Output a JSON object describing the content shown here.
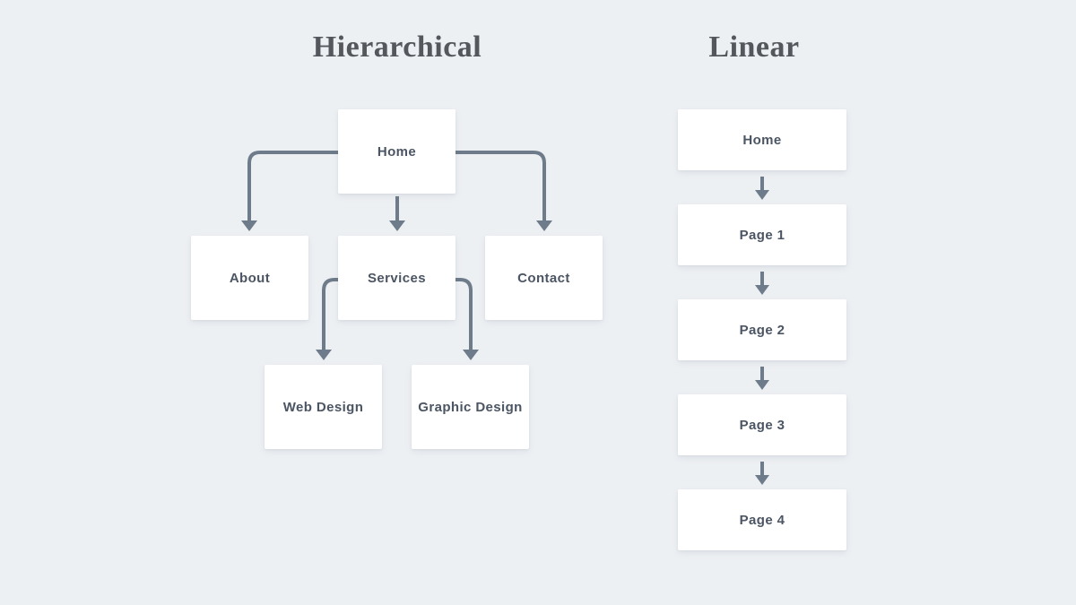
{
  "colors": {
    "background": "#edf0f3",
    "node_fill": "#ffffff",
    "connector": "#6e7b8a",
    "node_text": "#4b5563",
    "title_text": "#54575c"
  },
  "diagrams": {
    "hierarchical": {
      "title": "Hierarchical",
      "nodes": {
        "home": "Home",
        "about": "About",
        "services": "Services",
        "contact": "Contact",
        "web_design": "Web Design",
        "graphic_design": "Graphic Design"
      },
      "edges": [
        {
          "from": "Home",
          "to": "About"
        },
        {
          "from": "Home",
          "to": "Services"
        },
        {
          "from": "Home",
          "to": "Contact"
        },
        {
          "from": "Services",
          "to": "Web Design"
        },
        {
          "from": "Services",
          "to": "Graphic Design"
        }
      ]
    },
    "linear": {
      "title": "Linear",
      "nodes": {
        "home": "Home",
        "page1": "Page 1",
        "page2": "Page 2",
        "page3": "Page 3",
        "page4": "Page 4"
      },
      "edges": [
        {
          "from": "Home",
          "to": "Page 1"
        },
        {
          "from": "Page 1",
          "to": "Page 2"
        },
        {
          "from": "Page 2",
          "to": "Page 3"
        },
        {
          "from": "Page 3",
          "to": "Page 4"
        }
      ]
    }
  }
}
